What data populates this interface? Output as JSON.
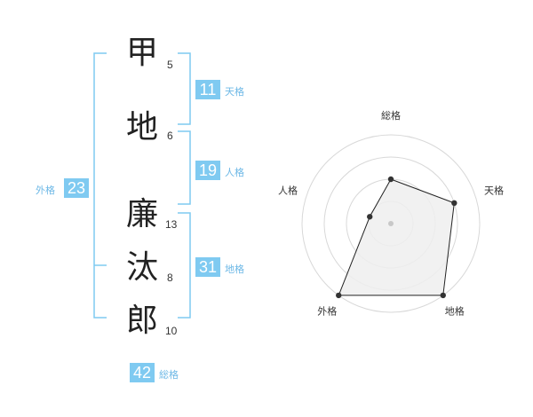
{
  "name": {
    "characters": [
      {
        "char": "甲",
        "strokes": "5"
      },
      {
        "char": "地",
        "strokes": "6"
      },
      {
        "char": "廉",
        "strokes": "13"
      },
      {
        "char": "汰",
        "strokes": "8"
      },
      {
        "char": "郎",
        "strokes": "10"
      }
    ]
  },
  "fortunes": {
    "tenkaku": {
      "value": "11",
      "label": "天格"
    },
    "jinkaku": {
      "value": "19",
      "label": "人格"
    },
    "chikaku": {
      "value": "31",
      "label": "地格"
    },
    "gaikaku": {
      "value": "23",
      "label": "外格"
    },
    "soukaku": {
      "value": "42",
      "label": "総格"
    }
  },
  "colors": {
    "accent": "#7fcaf1",
    "bracket": "#7fcaf1",
    "label": "#6db8e6",
    "radar_fill": "#efefef",
    "radar_line": "#222222"
  },
  "radar": {
    "axes": [
      "総格",
      "天格",
      "地格",
      "外格",
      "人格"
    ],
    "levels": 4,
    "max": 4,
    "values": [
      2,
      3,
      4,
      4,
      1
    ]
  }
}
